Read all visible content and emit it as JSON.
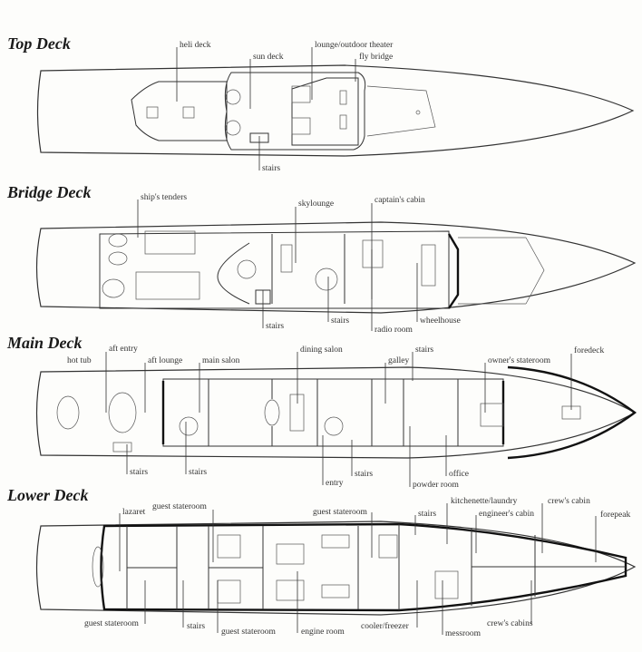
{
  "decks": [
    {
      "title": "Top Deck",
      "labels": [
        "heli deck",
        "sun deck",
        "lounge/outdoor theater",
        "fly bridge",
        "stairs"
      ]
    },
    {
      "title": "Bridge Deck",
      "labels": [
        "ship's tenders",
        "skylounge",
        "captain's cabin",
        "stairs",
        "stairs",
        "radio room",
        "wheelhouse"
      ]
    },
    {
      "title": "Main Deck",
      "labels": [
        "hot tub",
        "aft entry",
        "aft lounge",
        "main salon",
        "dining salon",
        "galley",
        "stairs",
        "owner's stateroom",
        "foredeck",
        "stairs",
        "stairs",
        "entry",
        "stairs",
        "office",
        "powder room"
      ]
    },
    {
      "title": "Lower Deck",
      "labels": [
        "lazaret",
        "guest stateroom",
        "guest stateroom",
        "stairs",
        "kitchenette/laundry",
        "engineer's cabin",
        "crew's cabin",
        "forepeak",
        "guest stateroom",
        "stairs",
        "guest stateroom",
        "engine room",
        "cooler/freezer",
        "messroom",
        "crew's cabins"
      ]
    }
  ]
}
